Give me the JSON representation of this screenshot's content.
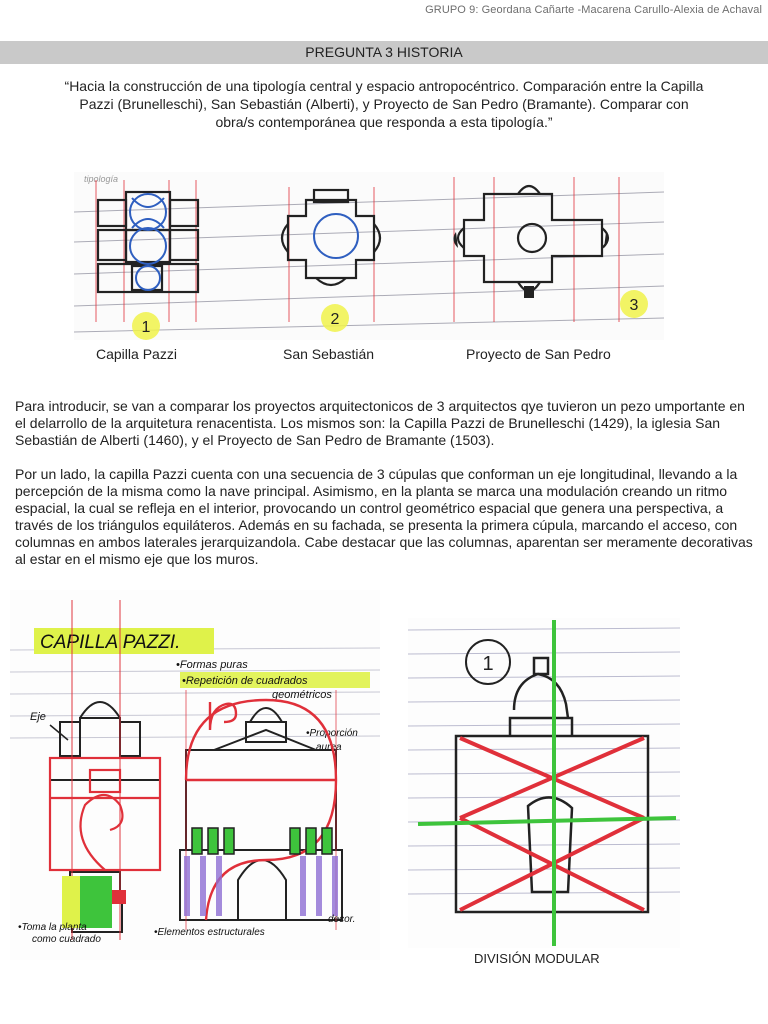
{
  "header": {
    "group": "GRUPO 9: Geordana Cañarte -Macarena Carullo-Alexia de Achaval"
  },
  "banner": {
    "title": "PREGUNTA 3 HISTORIA"
  },
  "question": "“Hacia la construcción de una tipología central y espacio antropocéntrico. Comparación entre la Capilla Pazzi (Brunelleschi), San Sebastián (Alberti), y Proyecto de San Pedro (Bramante). Comparar con obra/s contemporánea que responda a esta tipología.”",
  "plans": {
    "header_scribble": "tipología",
    "numbers": [
      "1",
      "2",
      "3"
    ],
    "captions": [
      "Capilla Pazzi",
      "San Sebastián",
      "Proyecto de San Pedro"
    ]
  },
  "paragraphs": [
    "Para introducir, se van a comparar los proyectos arquitectonicos de 3 arquitectos qye tuvieron un pezo umportante en el delarrollo de la arquitetura renacentista. Los mismos son: la Capilla Pazzi de Brunelleschi (1429), la iglesia San Sebastián de Alberti (1460), y el Proyecto de San Pedro de Bramante (1503).",
    "Por un lado, la capilla Pazzi cuenta con una secuencia de 3 cúpulas que conforman un eje longitudinal, llevando a la percepción de la misma como la nave principal. Asimismo, en la planta se marca una modulación creando un ritmo espacial, la cual se refleja en el interior, provocando un control geométrico espacial que genera una perspectiva, a través de los triángulos equiláteros. Además en su fachada, se presenta la primera cúpula, marcando el acceso, con columnas en ambos laterales jerarquizandola. Cabe destacar que las columnas, aparentan ser meramente decorativas al estar en el mismo eje que los muros."
  ],
  "sketch_left": {
    "title": "CAPILLA PAZZI.",
    "notes": {
      "formas": "•Formas puras",
      "repeticion_1": "•Repetición de cuadrados",
      "repeticion_2": "geométricos",
      "eje": "Eje",
      "proporcion_1": "•Proporción",
      "proporcion_2": "aurea",
      "planta_1": "•Toma la planta",
      "planta_2": "como cuadrado",
      "elementos": "•Elementos estructurales",
      "decor": "decor."
    }
  },
  "sketch_right": {
    "number": "1",
    "caption": "DIVISIÓN MODULAR"
  },
  "colors": {
    "banner": "#c9c9c9",
    "red_lines": "#e0303a",
    "green_lines": "#3ec43c",
    "blue_domes": "#2f5fc0",
    "highlight": "#dff24a",
    "ink": "#1a1a1a"
  }
}
